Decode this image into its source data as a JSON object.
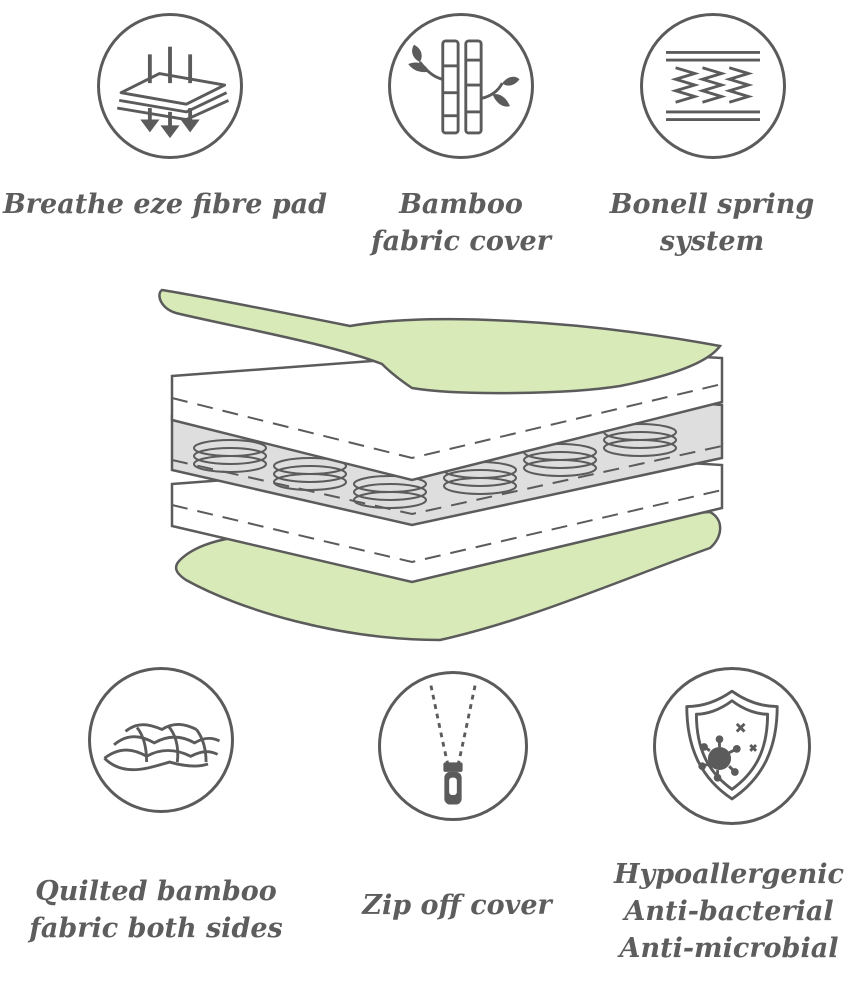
{
  "features": {
    "breathe": {
      "icon": "breathable-layers-icon",
      "lines": [
        "Breathe eze fibre pad"
      ]
    },
    "bamboo": {
      "icon": "bamboo-icon",
      "lines": [
        "Bamboo",
        "fabric cover"
      ]
    },
    "bonell": {
      "icon": "coil-spring-icon",
      "lines": [
        "Bonell spring",
        "system"
      ]
    },
    "quilted": {
      "icon": "quilted-fabric-icon",
      "lines": [
        "Quilted bamboo",
        "fabric both sides"
      ]
    },
    "zip": {
      "icon": "zipper-icon",
      "lines": [
        "Zip off cover"
      ]
    },
    "hypo": {
      "icon": "shield-virus-icon",
      "lines": [
        "Hypoallergenic",
        "Anti-bacterial",
        "Anti-microbial"
      ]
    }
  },
  "colors": {
    "icon_stroke": "#5b5b5b",
    "label_text": "#5d5d5d",
    "cover_green": "#d8eab8",
    "spring_layer_gray": "#dedede"
  }
}
